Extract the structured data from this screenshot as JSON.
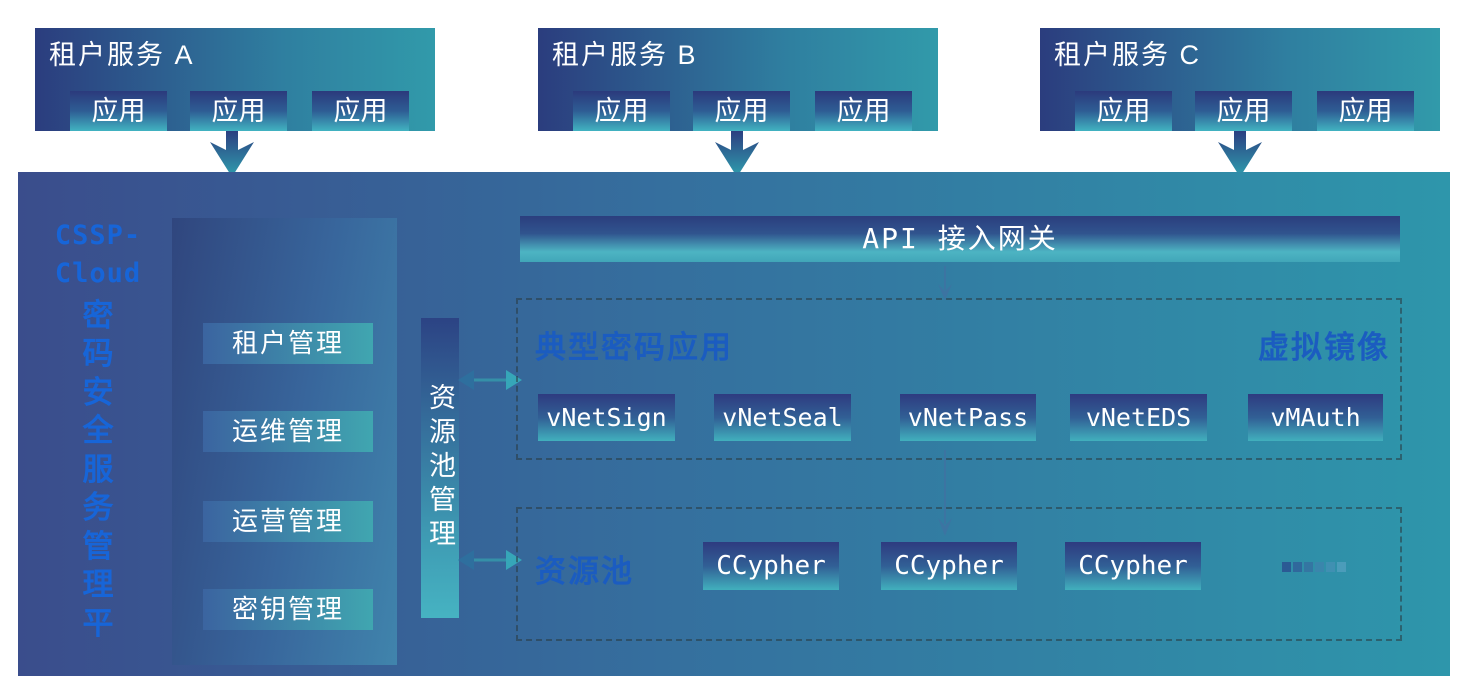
{
  "colors": {
    "navy": "#3a4d8c",
    "teal": "#2e96ab",
    "accent_text_blue": "#1765d8",
    "section_label_blue": "#1b5cc0",
    "box_text": "#ffffff"
  },
  "tenants": [
    {
      "title": "租户服务 A",
      "apps": [
        "应用",
        "应用",
        "应用"
      ]
    },
    {
      "title": "租户服务 B",
      "apps": [
        "应用",
        "应用",
        "应用"
      ]
    },
    {
      "title": "租户服务 C",
      "apps": [
        "应用",
        "应用",
        "应用"
      ]
    }
  ],
  "platform": {
    "title_lines": [
      "CSSP-",
      "Cloud",
      "密",
      "码",
      "安",
      "全",
      "服",
      "务",
      "管",
      "理",
      "平"
    ],
    "management_items": [
      "租户管理",
      "运维管理",
      "运营管理",
      "密钥管理"
    ],
    "resource_pool_bar_label": "资源池管理"
  },
  "api_gateway": {
    "label": "API 接入网关"
  },
  "crypto_apps": {
    "section_label": "典型密码应用",
    "mirror_label": "虚拟镜像",
    "items": [
      "vNetSign",
      "vNetSeal",
      "vNetPass",
      "vNetEDS",
      "vMAuth"
    ]
  },
  "resource_pool": {
    "section_label": "资源池",
    "items": [
      "CCypher",
      "CCypher",
      "CCypher"
    ],
    "ellipsis_dots": 6
  }
}
